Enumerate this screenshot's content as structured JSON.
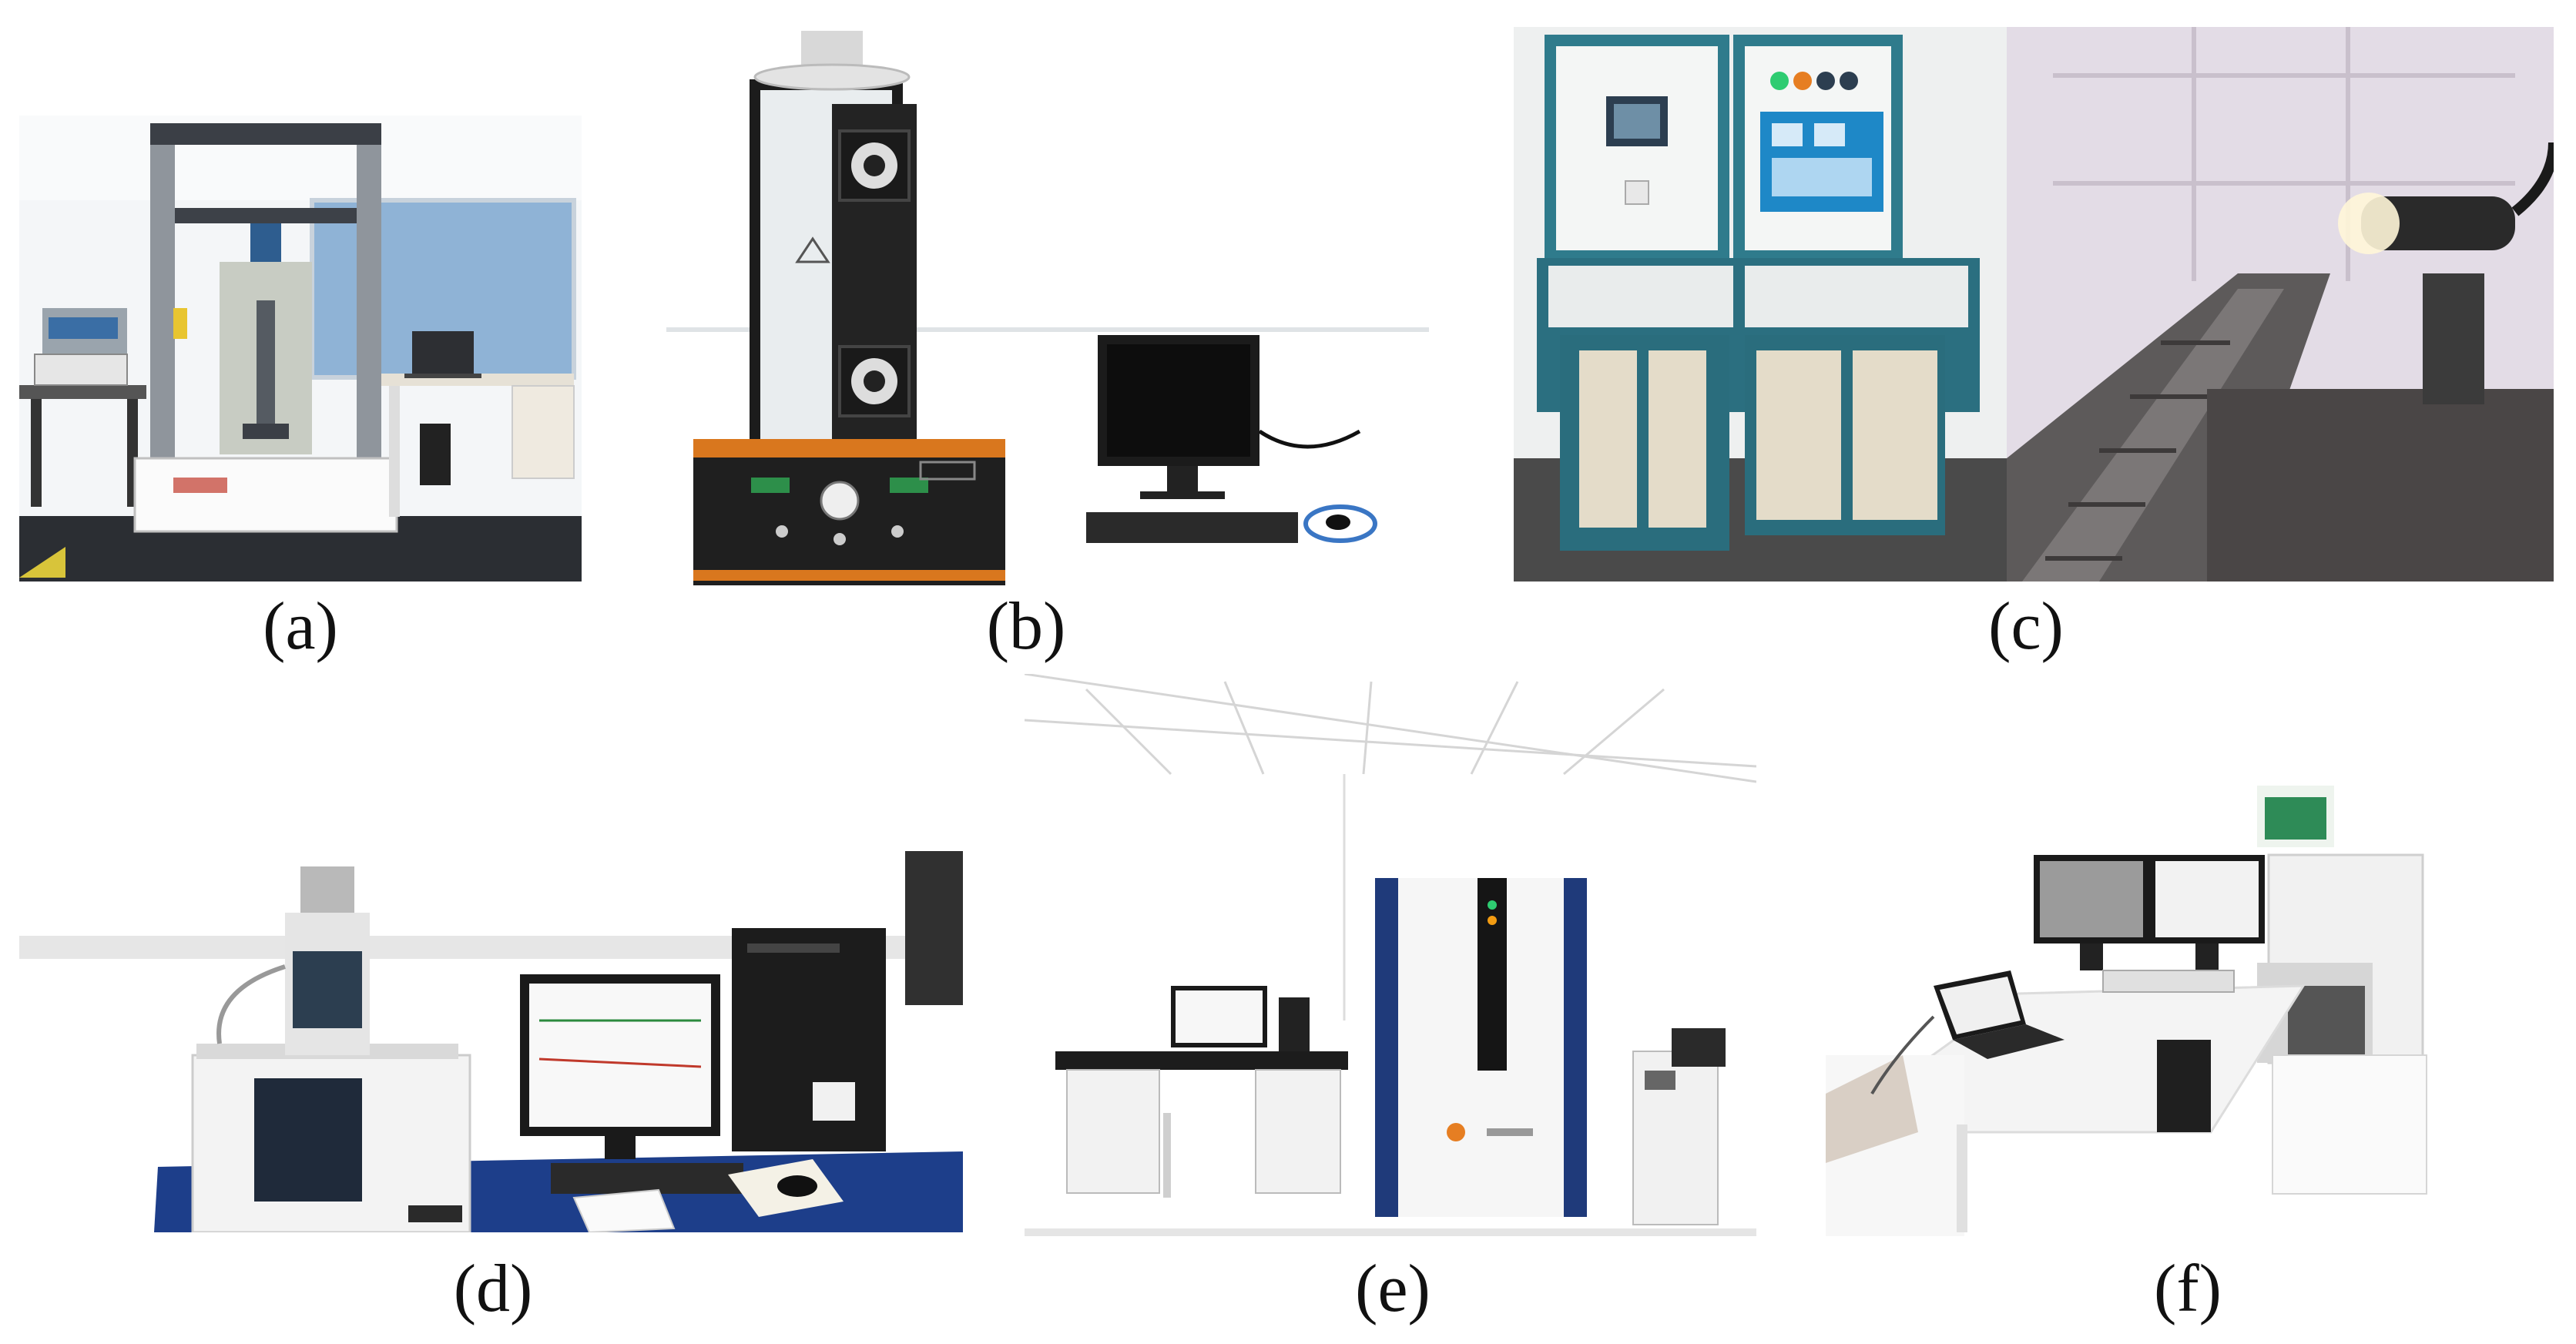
{
  "figure": {
    "panels": [
      {
        "id": "a",
        "label": "(a)",
        "subject": "universal-testing-machine"
      },
      {
        "id": "b",
        "label": "(b)",
        "subject": "cabinet-instrument-with-monitor"
      },
      {
        "id": "c",
        "label": "(c)",
        "subject": "control-cabinets-and-heating-rig"
      },
      {
        "id": "d",
        "label": "(d)",
        "subject": "thermal-analyzer-workstation"
      },
      {
        "id": "e",
        "label": "(e)",
        "subject": "x-ray-diffractometer-room"
      },
      {
        "id": "f",
        "label": "(f)",
        "subject": "electron-microscope-station"
      }
    ]
  }
}
